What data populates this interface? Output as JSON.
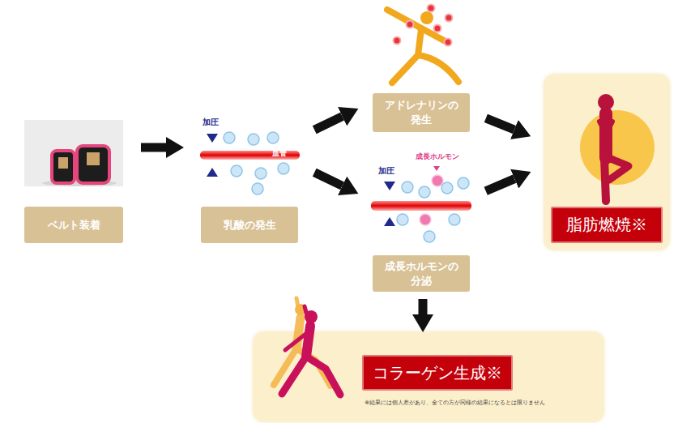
{
  "diagram": {
    "nodes": [
      {
        "text": [
          "ベルト装着"
        ]
      },
      {
        "text": [
          "乳酸の発生"
        ]
      },
      {
        "text": [
          "アドレナリンの 発生"
        ]
      },
      {
        "text": [
          "成長ホルモンの 分泌"
        ]
      },
      {
        "text": [
          "脂肪燃焼※"
        ]
      },
      {
        "text": [
          "コラーゲン生成※",
          "※結果には個人差があり、全ての方が同様の結果になるとは限りません"
        ]
      }
    ],
    "edges": [
      {
        "from": 0,
        "to": 1,
        "arrow": "to"
      },
      {
        "from": 1,
        "to": 2,
        "arrow": "to"
      },
      {
        "from": 1,
        "to": 3,
        "arrow": "to"
      },
      {
        "from": 2,
        "to": 4,
        "arrow": "to"
      },
      {
        "from": 3,
        "to": 4,
        "arrow": "to"
      },
      {
        "from": 3,
        "to": 5,
        "arrow": "to"
      }
    ],
    "labels": [
      "加圧",
      "血管",
      "成長ホルモン",
      "加圧"
    ]
  }
}
